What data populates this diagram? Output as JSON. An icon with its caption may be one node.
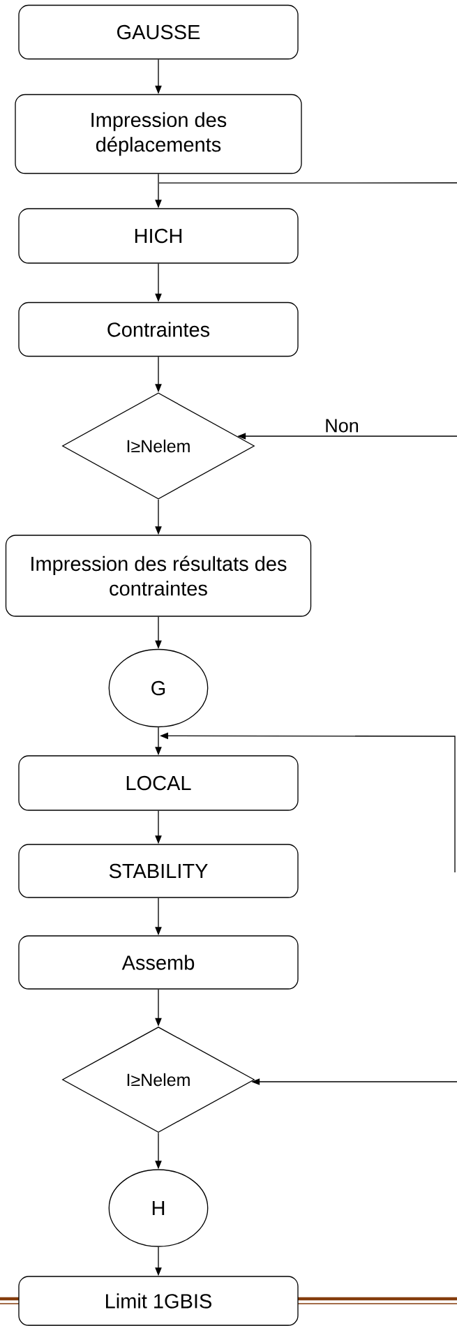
{
  "diagram": {
    "nodes": [
      {
        "text": [
          "GAUSSE"
        ]
      },
      {
        "text": [
          "Impression des déplacements"
        ]
      },
      {
        "text": [
          "HICH"
        ]
      },
      {
        "text": [
          "Contraintes"
        ]
      },
      {
        "text": [
          "I≥Nelem"
        ]
      },
      {
        "text": [
          "Impression des résultats des contraintes"
        ]
      },
      {
        "text": [
          "G"
        ]
      },
      {
        "text": [
          "LOCAL"
        ]
      },
      {
        "text": [
          "STABILITY"
        ]
      },
      {
        "text": [
          "Assemb"
        ]
      },
      {
        "text": [
          "I≥Nelem"
        ]
      },
      {
        "text": [
          "H"
        ]
      },
      {
        "text": [
          "Limit 1GBIS"
        ]
      }
    ],
    "edges": [
      {
        "from": 0,
        "to": 1,
        "arrow": "to"
      },
      {
        "from": 1,
        "to": 2,
        "arrow": "to"
      },
      {
        "from": 1,
        "to": null,
        "arrow": "none"
      },
      {
        "from": 2,
        "to": 3,
        "arrow": "to"
      },
      {
        "from": 3,
        "to": 4,
        "arrow": "to"
      },
      {
        "from": null,
        "to": 4,
        "arrow": "to",
        "label": "Non"
      },
      {
        "from": 4,
        "to": 5,
        "arrow": "to"
      },
      {
        "from": 5,
        "to": 6,
        "arrow": "to"
      },
      {
        "from": 6,
        "to": 7,
        "arrow": "to"
      },
      {
        "from": null,
        "to": 7,
        "arrow": "to"
      },
      {
        "from": 7,
        "to": 8,
        "arrow": "to"
      },
      {
        "from": 8,
        "to": 9,
        "arrow": "to"
      },
      {
        "from": 9,
        "to": 10,
        "arrow": "to"
      },
      {
        "from": null,
        "to": 10,
        "arrow": "to"
      },
      {
        "from": 10,
        "to": 11,
        "arrow": "to"
      },
      {
        "from": 11,
        "to": 12,
        "arrow": "to"
      }
    ]
  }
}
